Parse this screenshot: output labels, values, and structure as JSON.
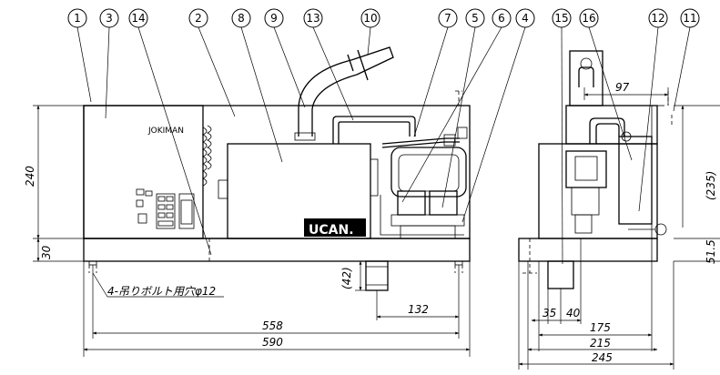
{
  "callouts": [
    "1",
    "3",
    "14",
    "2",
    "8",
    "9",
    "13",
    "10",
    "7",
    "5",
    "6",
    "4",
    "15",
    "16",
    "12",
    "11"
  ],
  "labels": {
    "brand_plate": "JOKIMAN",
    "ucan_logo": "UCAN.",
    "hole_note": "4-吊りボルト用穴φ12"
  },
  "dimensions": {
    "front_height": "240",
    "base_height": "30",
    "pipe_drop": "(42)",
    "pipe_offset": "132",
    "inner_width": "558",
    "total_width": "590",
    "side_97": "97",
    "side_235": "(235)",
    "side_51_5": "51.5",
    "side_35": "35",
    "side_40": "40",
    "side_175": "175",
    "side_215": "215",
    "side_245": "245"
  }
}
